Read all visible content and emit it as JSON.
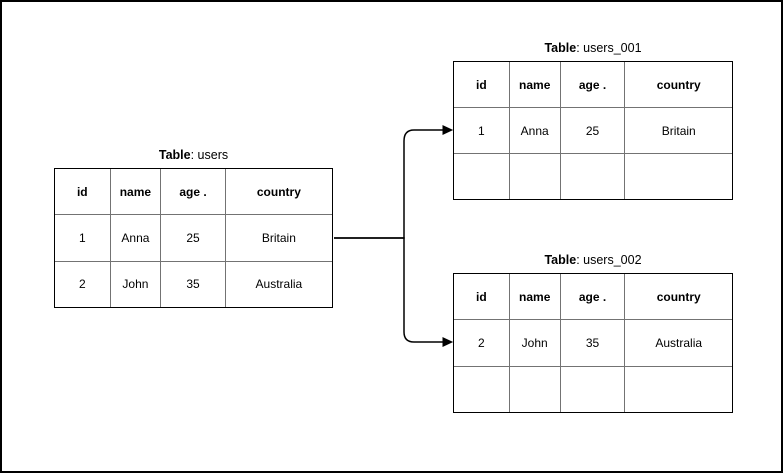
{
  "canvas": {
    "background": "#ffffff",
    "border_color": "#000000"
  },
  "connectors": {
    "color": "#000000",
    "targets": [
      "users_001 row id=1",
      "users_002 row id=2"
    ]
  },
  "grid_colors": {
    "outer_border": "#000000",
    "inner_lines": "#737373"
  },
  "tables": [
    {
      "name": "users",
      "title_bold": "Table",
      "title_rest": ": users",
      "headers": [
        "id",
        "name",
        "age .",
        "country"
      ],
      "rows": [
        [
          "1",
          "Anna",
          "25",
          "Britain"
        ],
        [
          "2",
          "John",
          "35",
          "Australia"
        ]
      ]
    },
    {
      "name": "users_001",
      "title_bold": "Table",
      "title_rest": ": users_001",
      "headers": [
        "id",
        "name",
        "age .",
        "country"
      ],
      "rows": [
        [
          "1",
          "Anna",
          "25",
          "Britain"
        ],
        [
          "",
          "",
          "",
          ""
        ]
      ]
    },
    {
      "name": "users_002",
      "title_bold": "Table",
      "title_rest": ": users_002",
      "headers": [
        "id",
        "name",
        "age .",
        "country"
      ],
      "rows": [
        [
          "2",
          "John",
          "35",
          "Australia"
        ],
        [
          "",
          "",
          "",
          ""
        ]
      ]
    }
  ]
}
